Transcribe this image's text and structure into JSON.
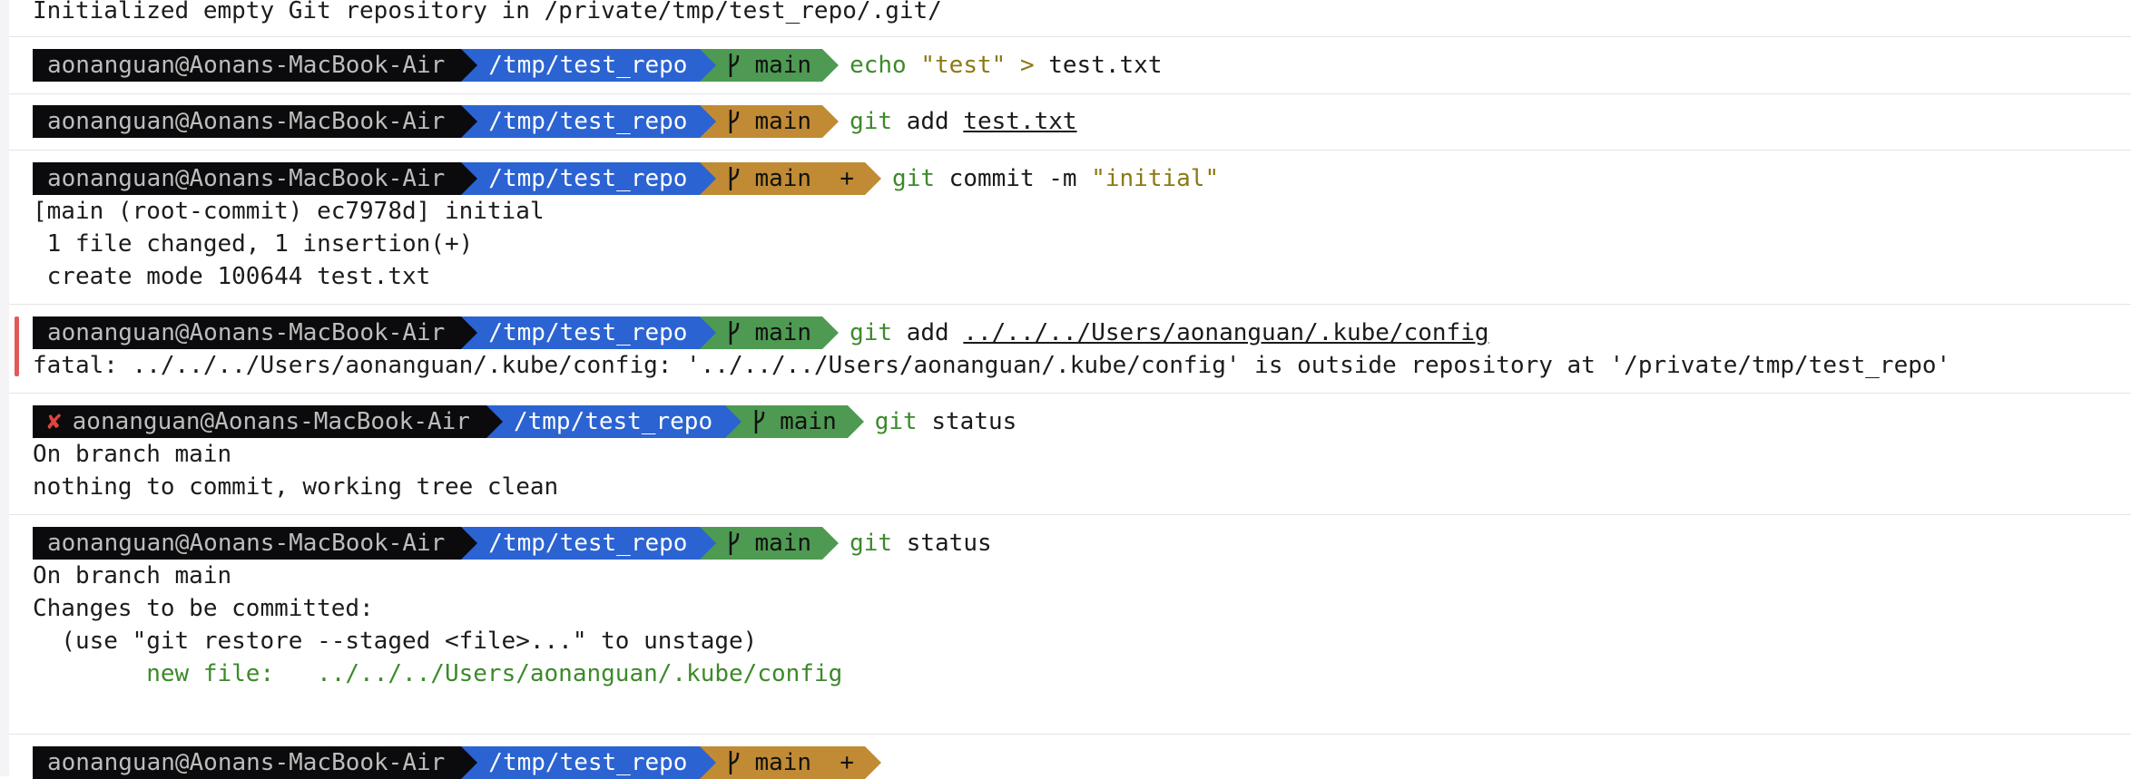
{
  "session": {
    "user_host": "aonanguan@Aonans-MacBook-Air",
    "path": "/tmp/test_repo",
    "branch": "main",
    "dirty_marker": "+",
    "error_marker": "✘"
  },
  "init_output": "Initialized empty Git repository in /private/tmp/test_repo/.git/",
  "commands": [
    {
      "cmd": "echo",
      "arg1": "\"test\"",
      "op": ">",
      "arg2": "test.txt"
    },
    {
      "cmd": "git",
      "sub": "add",
      "file": "test.txt"
    },
    {
      "cmd": "git",
      "sub": "commit -m",
      "msg": "\"initial\""
    },
    {
      "cmd": "git",
      "sub": "add",
      "file": "../../../Users/aonanguan/.kube/config"
    },
    {
      "cmd": "git",
      "sub": "status"
    },
    {
      "cmd": "git",
      "sub": "status"
    }
  ],
  "commit_output": [
    "[main (root-commit) ec7978d] initial",
    " 1 file changed, 1 insertion(+)",
    " create mode 100644 test.txt"
  ],
  "fatal_output": "fatal: ../../../Users/aonanguan/.kube/config: '../../../Users/aonanguan/.kube/config' is outside repository at '/private/tmp/test_repo'",
  "status1_output": [
    "On branch main",
    "nothing to commit, working tree clean"
  ],
  "status2_output": [
    "On branch main",
    "Changes to be committed:",
    "  (use \"git restore --staged <file>...\" to unstage)"
  ],
  "status2_newfile_label": "        new file:   ",
  "status2_newfile_path": "../../../Users/aonanguan/.kube/config",
  "colors": {
    "user_bg": "#0b0b0d",
    "path_bg": "#2b63d2",
    "git_clean_bg": "#4e9a52",
    "git_dirty_bg": "#c08b34",
    "command_green": "#3c8a2a",
    "string_olive": "#8a7a15",
    "error_red": "#e0443d"
  },
  "icons": {
    "branch": "git-branch-icon",
    "error": "error-x-icon"
  }
}
